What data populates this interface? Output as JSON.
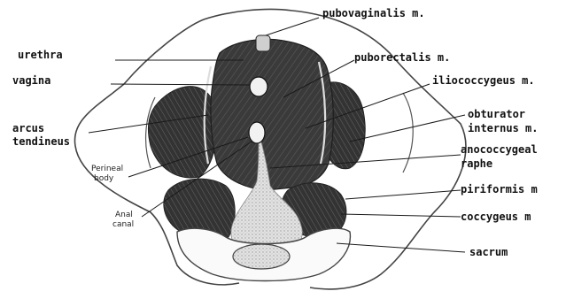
{
  "figure": {
    "labels": {
      "pubovaginalis": "pubovaginalis m.",
      "urethra": "urethra",
      "puborectalis": "puborectalis m.",
      "vagina": "vagina",
      "iliococcygeus": "iliococcygeus m.",
      "arcus_line1": "arcus",
      "arcus_line2": "tendineus",
      "obturator_line1": "obturator",
      "obturator_line2": "internus m.",
      "anococcygeal_line1": "anococcygeal",
      "anococcygeal_line2": "raphe",
      "perineal_line1": "Perineal",
      "perineal_line2": "body",
      "anal_line1": "Anal",
      "anal_line2": "canal",
      "piriformis": "piriformis m",
      "coccygeus": "coccygeus m",
      "sacrum": "sacrum"
    },
    "colors": {
      "muscle": "#3c3c3c",
      "muscle_dark": "#222222",
      "bone_line": "#444444",
      "raphe": "#dcdcdc",
      "leader": "#1a1a1a"
    }
  }
}
